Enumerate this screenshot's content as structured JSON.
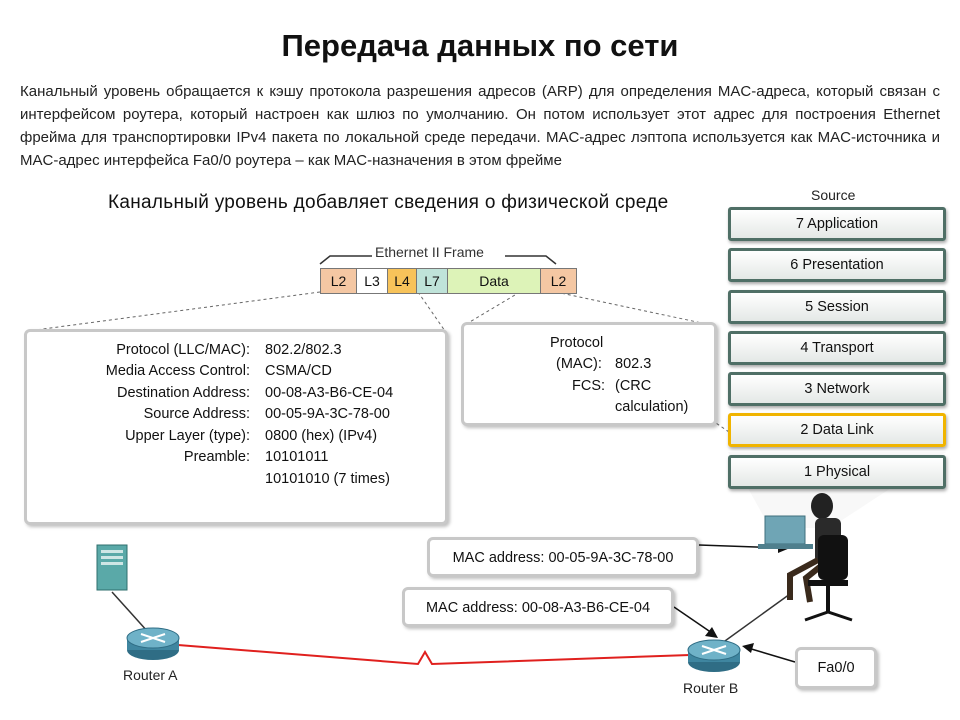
{
  "title": "Передача данных по сети",
  "intro": "Канальный уровень обращается к кэшу протокола разрешения адресов (ARP) для определения MAC-адреса, который связан с интерфейсом роутера, который настроен как шлюз по умолчанию. Он потом использует этот адрес для построения Ethernet фрейма для транспортировки IPv4 пакета по локальной среде передачи. MAC-адрес лэптопа используется как MAC-источника и MAC-адрес интерфейса Fa0/0 роутера – как MAC-назначения в этом фрейме",
  "subheading": "Канальный уровень добавляет сведения о физической среде",
  "frame": {
    "title": "Ethernet II Frame",
    "cells": [
      {
        "label": "L2",
        "color": "#f4c7a3"
      },
      {
        "label": "L3",
        "color": "#ffffff"
      },
      {
        "label": "L4",
        "color": "#f7c35a"
      },
      {
        "label": "L7",
        "color": "#bfe3d9"
      },
      {
        "label": "Data",
        "color": "#ddf3b8"
      },
      {
        "label": "L2",
        "color": "#f4c7a3"
      }
    ]
  },
  "header_details": [
    {
      "label": "Protocol (LLC/MAC):",
      "value": "802.2/802.3"
    },
    {
      "label": "Media Access Control:",
      "value": "CSMA/CD"
    },
    {
      "label": "Destination Address:",
      "value": "00-08-A3-B6-CE-04"
    },
    {
      "label": "Source Address:",
      "value": "00-05-9A-3C-78-00"
    },
    {
      "label": "Upper Layer (type):",
      "value": "0800 (hex) (IPv4)"
    },
    {
      "label": "Preamble:",
      "value": "10101011"
    },
    {
      "label": "",
      "value": "10101010 (7 times)"
    }
  ],
  "trailer_details": {
    "protocol_label": "Protocol",
    "mac_label": "(MAC):",
    "mac_value": "802.3",
    "fcs_label": "FCS:",
    "fcs_value_1": "(CRC",
    "fcs_value_2": "calculation)"
  },
  "osi": {
    "source_label": "Source",
    "layers": [
      "7 Application",
      "6 Presentation",
      "5 Session",
      "4 Transport",
      "3 Network",
      "2 Data Link",
      "1 Physical"
    ],
    "highlighted": "2 Data Link"
  },
  "mac_source_label": "MAC address: 00-05-9A-3C-78-00",
  "mac_dest_label": "MAC address: 00-08-A3-B6-CE-04",
  "interface_label": "Fa0/0",
  "router_a_label": "Router A",
  "router_b_label": "Router B",
  "colors": {
    "osi_border": "#4f6f66",
    "highlight": "#f0b400",
    "serial_link": "#e0201e"
  }
}
